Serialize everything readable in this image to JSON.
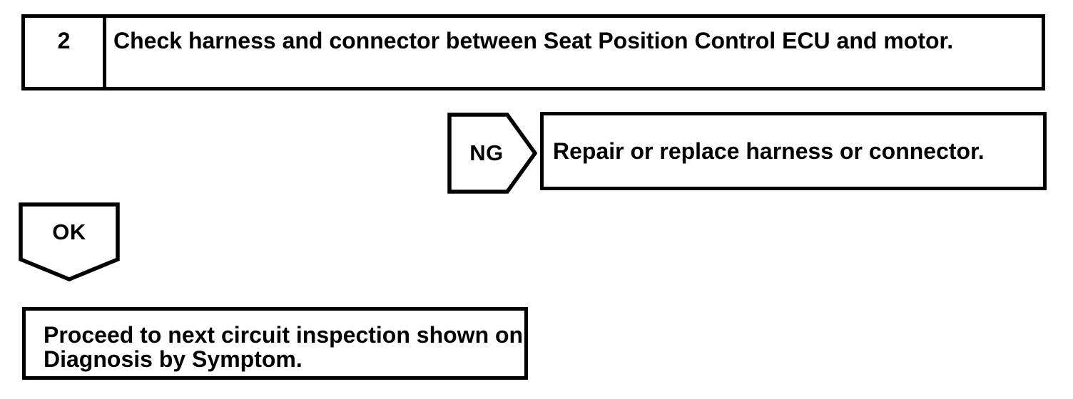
{
  "flowchart": {
    "step": {
      "number": "2",
      "instruction": "Check harness and connector between Seat Position Control ECU and motor."
    },
    "ng_branch": {
      "label": "NG",
      "action": "Repair or replace harness or connector."
    },
    "ok_branch": {
      "label": "OK",
      "action_line1": "Proceed to next circuit inspection shown on",
      "action_line2": "Diagnosis by Symptom."
    },
    "colors": {
      "line": "#000000",
      "background": "#ffffff"
    }
  }
}
